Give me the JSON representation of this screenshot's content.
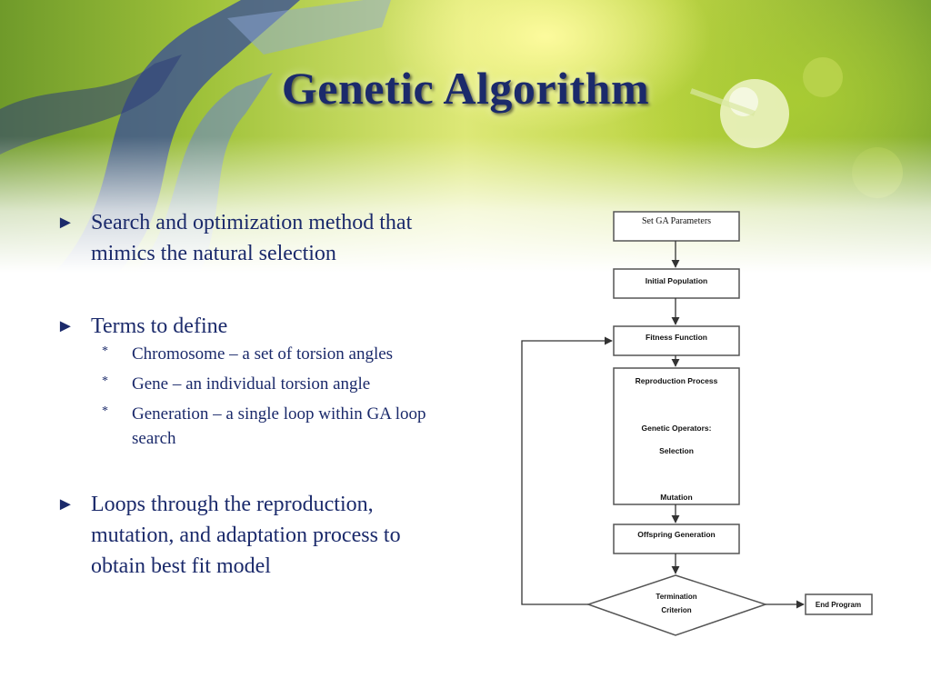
{
  "slide": {
    "title": "Genetic Algorithm",
    "bullets": [
      {
        "marker": "►",
        "text": "Search and optimization method that mimics the natural selection"
      },
      {
        "marker": "►",
        "text": "Terms to define"
      },
      {
        "marker": "►",
        "text": "Loops through the reproduction, mutation, and adaptation process to obtain best fit model"
      }
    ],
    "sub_bullets": [
      {
        "marker": "*",
        "text": "Chromosome – a set of torsion angles"
      },
      {
        "marker": "*",
        "text": "Gene – an individual torsion angle"
      },
      {
        "marker": "*",
        "text": "Generation – a single loop within GA loop search"
      }
    ]
  },
  "flowchart": {
    "set_parameters": "Set GA Parameters",
    "initial_population": "Initial Population",
    "fitness_function": "Fitness Function",
    "reproduction_process": "Reproduction Process",
    "genetic_operators": "Genetic Operators:",
    "selection": "Selection",
    "mutation": "Mutation",
    "offspring_generation": "Offspring Generation",
    "termination_line1": "Termination",
    "termination_line2": "Criterion",
    "end_program": "End Program"
  },
  "colors": {
    "title": "#1b2a6b",
    "body_text": "#1b2a6b",
    "banner_green": "#9fc23a",
    "banner_yellow": "#fffca0"
  }
}
